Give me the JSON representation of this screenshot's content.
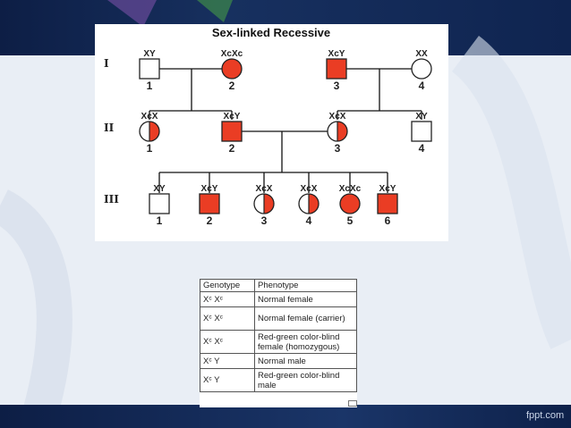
{
  "title": "Sex-linked Recessive",
  "colors": {
    "affected": "#ea3d24",
    "unaffected": "#ffffff",
    "border": "#222222"
  },
  "generations": [
    {
      "label": "I",
      "individuals": [
        {
          "genotype": "XY",
          "number": "1",
          "sex": "male",
          "status": "unaffected"
        },
        {
          "genotype": "XcXc",
          "number": "2",
          "sex": "female",
          "status": "affected"
        },
        {
          "genotype": "XcY",
          "number": "3",
          "sex": "male",
          "status": "affected"
        },
        {
          "genotype": "XX",
          "number": "4",
          "sex": "female",
          "status": "unaffected"
        }
      ]
    },
    {
      "label": "II",
      "individuals": [
        {
          "genotype": "XcX",
          "number": "1",
          "sex": "female",
          "status": "carrier"
        },
        {
          "genotype": "XcY",
          "number": "2",
          "sex": "male",
          "status": "affected"
        },
        {
          "genotype": "XcX",
          "number": "3",
          "sex": "female",
          "status": "carrier"
        },
        {
          "genotype": "XY",
          "number": "4",
          "sex": "male",
          "status": "unaffected"
        }
      ]
    },
    {
      "label": "III",
      "individuals": [
        {
          "genotype": "XY",
          "number": "1",
          "sex": "male",
          "status": "unaffected"
        },
        {
          "genotype": "XcY",
          "number": "2",
          "sex": "male",
          "status": "affected"
        },
        {
          "genotype": "XcX",
          "number": "3",
          "sex": "female",
          "status": "carrier"
        },
        {
          "genotype": "XcX",
          "number": "4",
          "sex": "female",
          "status": "carrier"
        },
        {
          "genotype": "XcXc",
          "number": "5",
          "sex": "female",
          "status": "affected"
        },
        {
          "genotype": "XcY",
          "number": "6",
          "sex": "male",
          "status": "affected"
        }
      ]
    }
  ],
  "table": {
    "headers": [
      "Genotype",
      "Phenotype"
    ],
    "rows": [
      {
        "genotype": "Xᶜ Xᶜ",
        "phenotype": "Normal female"
      },
      {
        "genotype": "Xᶜ Xᶜ",
        "phenotype": "Normal female (carrier)"
      },
      {
        "genotype": "Xᶜ Xᶜ",
        "phenotype": "Red-green color-blind female (homozygous)"
      },
      {
        "genotype": "Xᶜ Y",
        "phenotype": "Normal male"
      },
      {
        "genotype": "Xᶜ Y",
        "phenotype": "Red-green color-blind male"
      }
    ]
  },
  "footer": {
    "brand": "fppt.com"
  }
}
